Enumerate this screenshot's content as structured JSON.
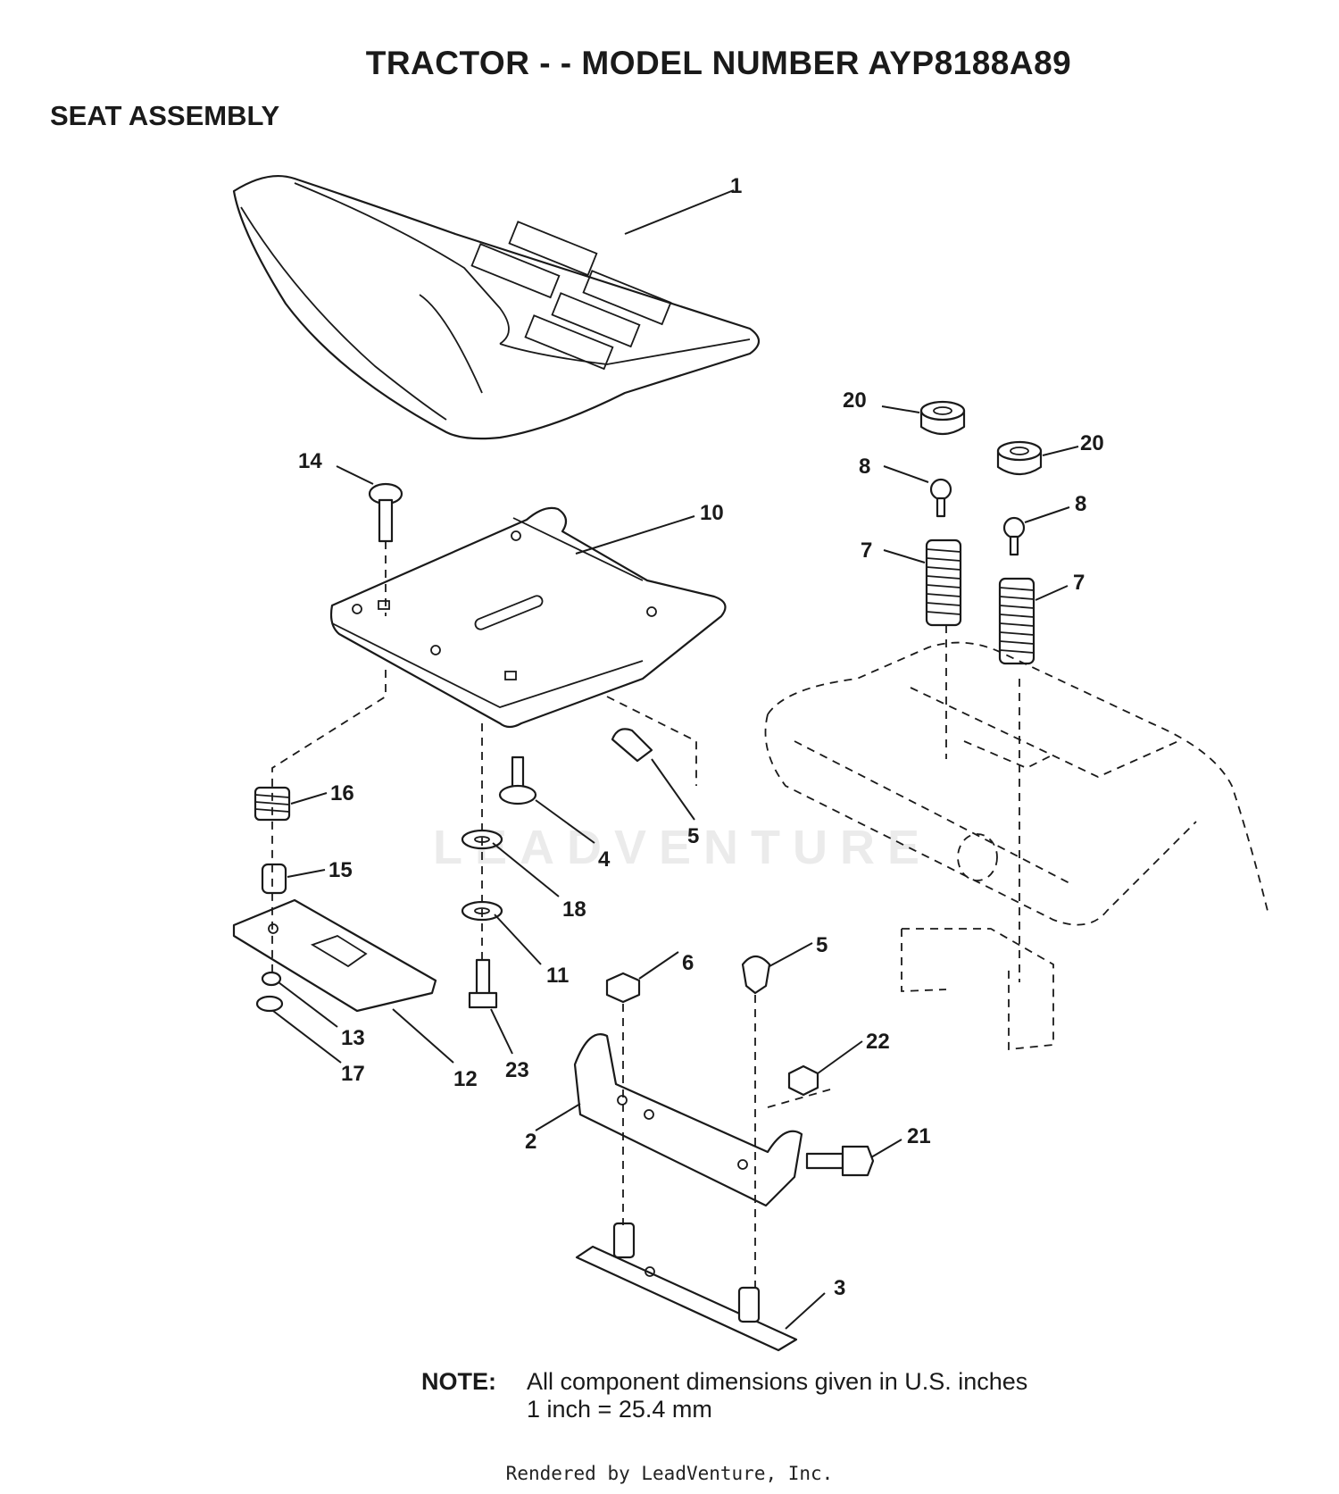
{
  "title": "TRACTOR - - MODEL NUMBER AYP8188A89",
  "section_title": "SEAT ASSEMBLY",
  "watermark": "LEADVENTURE",
  "callouts": [
    {
      "id": "c1",
      "label": "1"
    },
    {
      "id": "c20a",
      "label": "20"
    },
    {
      "id": "c20b",
      "label": "20"
    },
    {
      "id": "c14",
      "label": "14"
    },
    {
      "id": "c10",
      "label": "10"
    },
    {
      "id": "c8a",
      "label": "8"
    },
    {
      "id": "c8b",
      "label": "8"
    },
    {
      "id": "c7a",
      "label": "7"
    },
    {
      "id": "c7b",
      "label": "7"
    },
    {
      "id": "c16",
      "label": "16"
    },
    {
      "id": "c4",
      "label": "4"
    },
    {
      "id": "c5a",
      "label": "5"
    },
    {
      "id": "c15",
      "label": "15"
    },
    {
      "id": "c18",
      "label": "18"
    },
    {
      "id": "c11",
      "label": "11"
    },
    {
      "id": "c6",
      "label": "6"
    },
    {
      "id": "c5b",
      "label": "5"
    },
    {
      "id": "c13",
      "label": "13"
    },
    {
      "id": "c17",
      "label": "17"
    },
    {
      "id": "c12",
      "label": "12"
    },
    {
      "id": "c23",
      "label": "23"
    },
    {
      "id": "c22",
      "label": "22"
    },
    {
      "id": "c2",
      "label": "2"
    },
    {
      "id": "c21",
      "label": "21"
    },
    {
      "id": "c3",
      "label": "3"
    }
  ],
  "note": {
    "label": "NOTE:",
    "line1": "All component dimensions given in U.S. inches",
    "line2": "1 inch = 25.4 mm"
  },
  "footer": "Rendered by LeadVenture, Inc."
}
